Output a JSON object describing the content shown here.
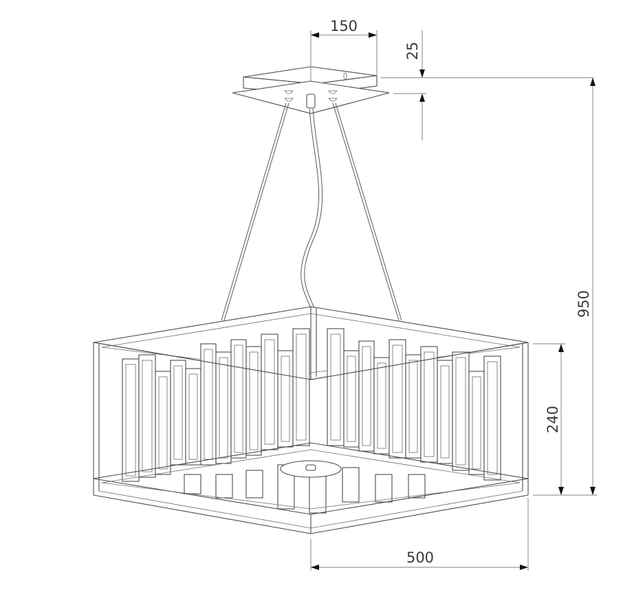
{
  "drawing": {
    "subject": "Square pendant chandelier with vertical rectangular crystal panels",
    "units": "mm",
    "line_color": "#4a4a4a",
    "dimension_color": "#9a9a9a",
    "arrow_color": "#111111"
  },
  "dimensions": {
    "canopy_width": {
      "label": "150",
      "orientation": "horizontal"
    },
    "canopy_height": {
      "label": "25",
      "orientation": "vertical"
    },
    "total_height": {
      "label": "950",
      "orientation": "vertical"
    },
    "body_height": {
      "label": "240",
      "orientation": "vertical"
    },
    "body_width": {
      "label": "500",
      "orientation": "horizontal"
    }
  },
  "parts": [
    {
      "name": "ceiling-canopy"
    },
    {
      "name": "suspension-cables",
      "count": 2
    },
    {
      "name": "power-cord"
    },
    {
      "name": "square-frame"
    },
    {
      "name": "crystal-panels"
    },
    {
      "name": "center-bottom-disc"
    }
  ]
}
